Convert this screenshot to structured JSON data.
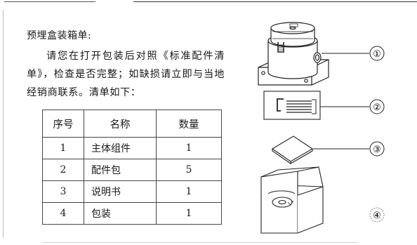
{
  "document": {
    "heading": "预埋盒装箱单:",
    "intro": "请您在打开包装后对照《标准配件清单》，检查是否完整；如缺损请立即与当地经销商联系。清单如下：",
    "table": {
      "headers": [
        "序号",
        "名称",
        "数量"
      ],
      "rows": [
        {
          "no": "1",
          "name": "主体组件",
          "qty": "1"
        },
        {
          "no": "2",
          "name": "配件包",
          "qty": "5"
        },
        {
          "no": "3",
          "name": "说明书",
          "qty": "1"
        },
        {
          "no": "4",
          "name": "包装",
          "qty": "1"
        }
      ]
    }
  },
  "illustrations": {
    "callouts": [
      "①",
      "②",
      "③",
      "④"
    ]
  }
}
